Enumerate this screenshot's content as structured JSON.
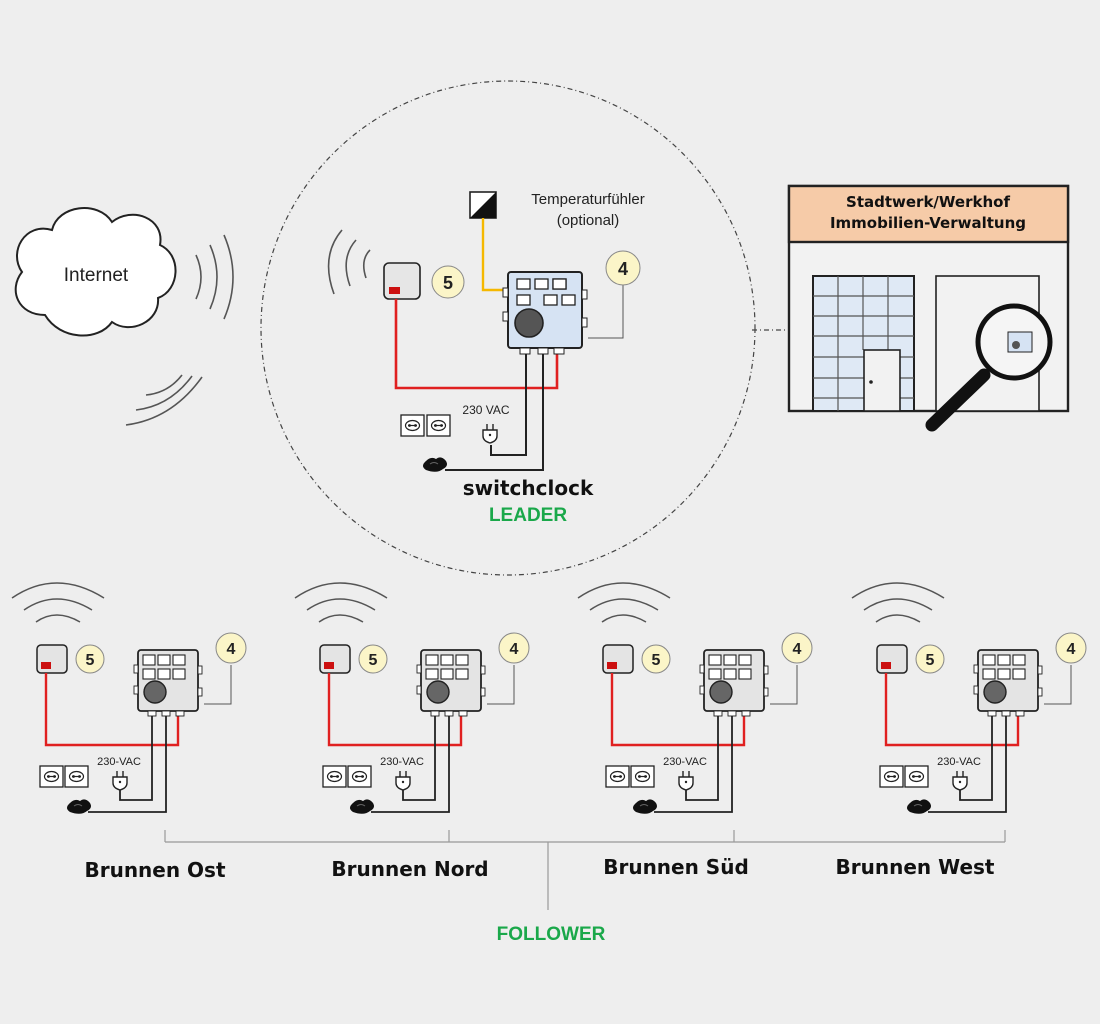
{
  "cloud": {
    "label": "Internet"
  },
  "sensor": {
    "label": "Temperaturfühler",
    "note": "(optional)"
  },
  "building": {
    "line1": "Stadtwerk/Werkhof",
    "line2": "Immobilien-Verwaltung"
  },
  "leader": {
    "name": "switchclock",
    "role": "LEADER",
    "voltage": "230 VAC",
    "badge_device": "4",
    "badge_antenna": "5"
  },
  "followers": {
    "role": "FOLLOWER",
    "voltage": "230-VAC",
    "badge_device": "4",
    "badge_antenna": "5",
    "sites": [
      "Brunnen Ost",
      "Brunnen Nord",
      "Brunnen Süd",
      "Brunnen West"
    ]
  },
  "colors": {
    "role_green": "#1aa84a",
    "cable_red": "#e02020",
    "sensor_wire": "#f5b800",
    "badge_fill": "#fbf5c8",
    "device_fill_leader": "#d6e3f3",
    "device_fill_follower": "#e4e4e4",
    "building_header": "#f6cba8"
  }
}
